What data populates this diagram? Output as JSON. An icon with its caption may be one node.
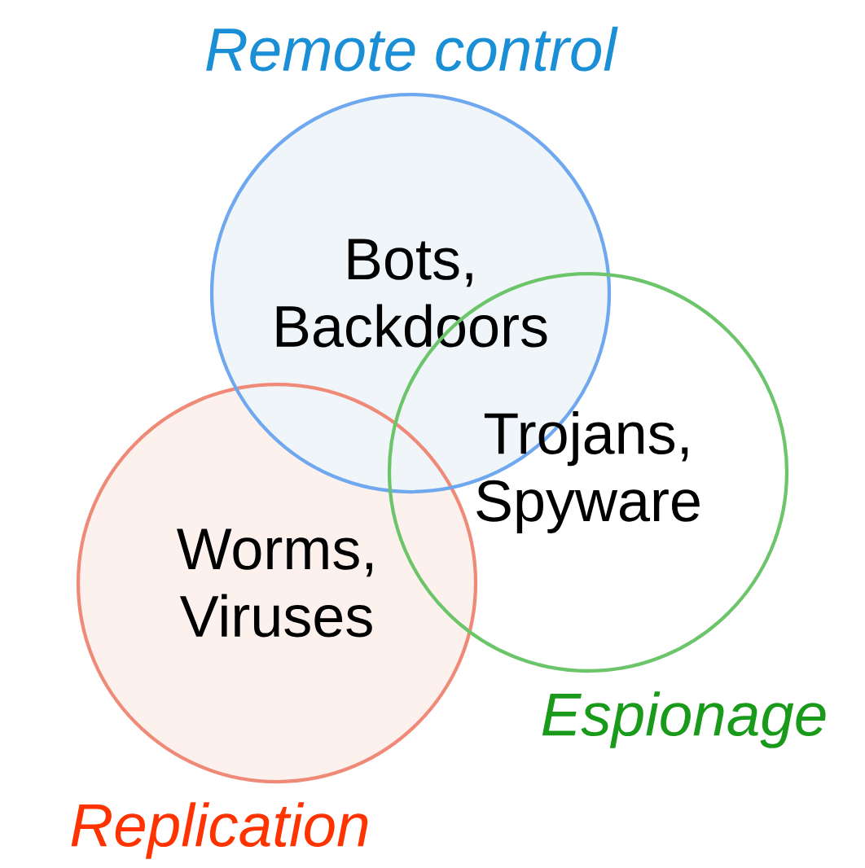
{
  "diagram": {
    "nodes": [
      {
        "text": [
          "Remote control",
          "Bots, Backdoors"
        ]
      },
      {
        "text": [
          "Trojans, Spyware",
          "Espionage"
        ]
      },
      {
        "text": [
          "Worms, Viruses",
          "Replication"
        ]
      }
    ]
  }
}
